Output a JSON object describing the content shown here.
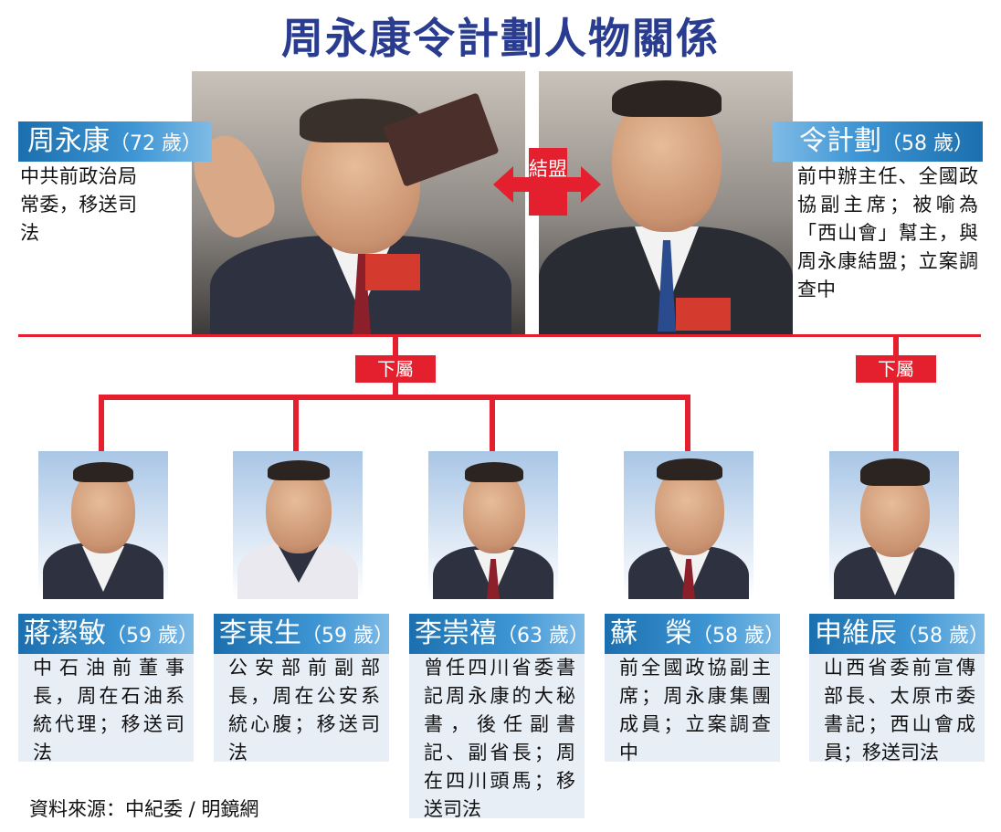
{
  "title": "周永康令計劃人物關係",
  "main_left": {
    "name": "周永康",
    "age": "（72 歲）",
    "description": "中共前政治局常委，移送司法"
  },
  "main_right": {
    "name": "令計劃",
    "age": "（58 歲）",
    "description": "前中辦主任、全國政協副主席；被喻為「西山會」幫主，與周永康結盟；立案調查中"
  },
  "alliance_label": "結盟",
  "subordinate_label_left": "下屬",
  "subordinate_label_right": "下屬",
  "subordinates": [
    {
      "name": "蔣潔敏",
      "age": "（59 歲）",
      "description": "中石油前董事長，周在石油系統代理；移送司法"
    },
    {
      "name": "李東生",
      "age": "（59 歲）",
      "description": "公安部前副部長，周在公安系統心腹；移送司法"
    },
    {
      "name": "李崇禧",
      "age": "（63 歲）",
      "description": "曾任四川省委書記周永康的大秘書，後任副書記、副省長；周在四川頭馬；移送司法"
    },
    {
      "name": "蘇　榮",
      "age": "（58 歲）",
      "description": "前全國政協副主席；周永康集團成員；立案調查中"
    },
    {
      "name": "申維辰",
      "age": "（58 歲）",
      "description": "山西省委前宣傳部長、太原市委書記；西山會成員；移送司法"
    }
  ],
  "source": "資料來源：中紀委 / 明鏡網",
  "colors": {
    "title": "#2a3c8f",
    "accent_red": "#e4202e",
    "name_bar_blue": "#1b6fae"
  }
}
